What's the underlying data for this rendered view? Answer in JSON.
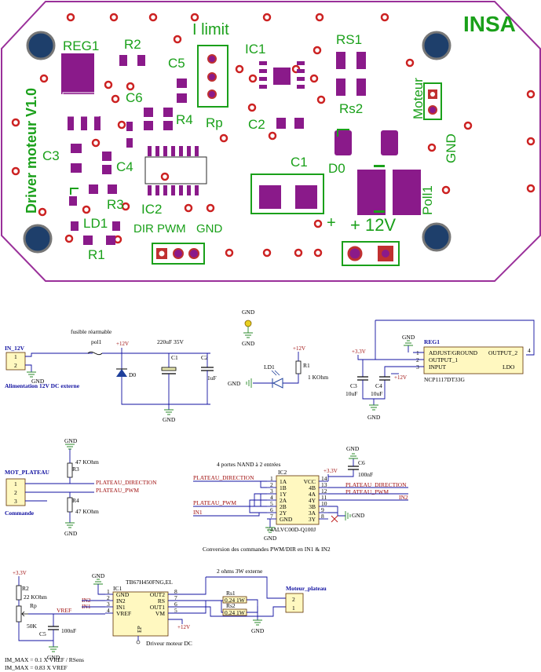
{
  "pcb": {
    "board_title": "Driver moteur V1.0",
    "logo": "INSA",
    "labels": {
      "reg1": "REG1",
      "r2": "R2",
      "c5": "C5",
      "ilimit": "I limit",
      "ic1": "IC1",
      "rs1": "RS1",
      "rs2": "Rs2",
      "moteur": "Moteur",
      "gnd_right": "GND",
      "c6": "C6",
      "r4": "R4",
      "rp": "Rp",
      "c2": "C2",
      "c3": "C3",
      "c4": "C4",
      "r3": "R3",
      "ic2": "IC2",
      "ld1": "LD1",
      "r1": "R1",
      "c1": "C1",
      "d0": "D0",
      "poll": "Poll1",
      "plus": "+",
      "plus12v": "+ 12V",
      "dir_pwm": "DIR PWM",
      "gnd_bottom": "GND"
    }
  },
  "schematic": {
    "power": {
      "conn_label": "IN_12V",
      "conn_desc": "Alimentation 12V DC externe",
      "fuse_desc": "fusible réarmable",
      "fuse_ref": "pol1",
      "rail": "+12V",
      "c1_val": "220uF 35V",
      "c1_ref": "C1",
      "c2_ref": "C2",
      "c2_val": "1uF",
      "d0_ref": "D0",
      "gnd": "GND",
      "pin1": "1",
      "pin2": "2"
    },
    "gnd_symbol": "GND",
    "led": {
      "ref": "LD1",
      "r_ref": "R1",
      "r_val": "1 KOhm",
      "rail": "+12V",
      "gnd": "GND"
    },
    "reg": {
      "ref": "REG1",
      "part": "NCP1117DT33G",
      "type": "LDO",
      "pin_adj": "ADJUST/GROUND",
      "pin_out2": "OUTPUT_2",
      "pin_out1": "OUTPUT_1",
      "pin_in": "INPUT",
      "num1": "1",
      "num2": "2",
      "num3": "3",
      "num4": "4",
      "rail33": "+3.3V",
      "rail12": "+12V",
      "gnd": "GND",
      "c3_ref": "C3",
      "c3_val": "10uF",
      "c4_ref": "C4",
      "c4_val": "10uF"
    },
    "cmd": {
      "title": "MOT_PLATEAU",
      "desc": "Commande",
      "r3_ref": "R3",
      "r3_val": "47 KOhm",
      "r4_ref": "R4",
      "r4_val": "47 KOhm",
      "net_dir": "PLATEAU_DIRECTION",
      "net_pwm": "PLATEAU_PWM",
      "gnd": "GND",
      "pin1": "1",
      "pin2": "2",
      "pin3": "3"
    },
    "nand": {
      "title": "4 portes NAND à 2 entrées",
      "ref": "IC2",
      "part": "74ALVC00D-Q100J",
      "caption": "Conversion des commandes PWM/DIR en IN1 & IN2",
      "left_pins": [
        "1A",
        "1B",
        "1Y",
        "2A",
        "2B",
        "2Y",
        "GND"
      ],
      "left_nums": [
        "1",
        "2",
        "3",
        "4",
        "5",
        "6",
        "7"
      ],
      "right_pins": [
        "VCC",
        "4B",
        "4A",
        "4Y",
        "3B",
        "3A",
        "3Y"
      ],
      "right_nums": [
        "14",
        "13",
        "12",
        "11",
        "10",
        "9",
        "8"
      ],
      "net_dir_in": "PLATEAU_DIRECTION",
      "net_pwm_in": "PLATEAU_PWM",
      "net_in1": "IN1",
      "net_dir_out": "PLATEAU_DIRECTION",
      "net_pwm_out": "PLATEAU_PWM",
      "net_in2": "IN2",
      "rail33": "+3.3V",
      "gnd": "GND",
      "gnd2": "GND",
      "gnd3": "GND",
      "c6_ref": "C6",
      "c6_val": "100nF"
    },
    "driver": {
      "rail33": "+3.3V",
      "r2_ref": "R2",
      "r2_val": "22 KOhm",
      "rp_ref": "Rp",
      "rp_val": "50K",
      "c5_ref": "C5",
      "c5_val": "100nF",
      "vref_net": "VREF",
      "in2": "IN2",
      "in1": "IN1",
      "ic_ref": "IC1",
      "ic_part": "TB67H450FNG,EL",
      "left_pins": [
        "GND",
        "IN2",
        "IN1",
        "VREF"
      ],
      "left_nums": [
        "1",
        "2",
        "3",
        "4"
      ],
      "right_pins": [
        "OUT2",
        "RS",
        "OUT1",
        "VM"
      ],
      "right_nums": [
        "8",
        "7",
        "6",
        "5"
      ],
      "ep": "EP",
      "caption": "Driveur moteur DC",
      "rs_desc": "2 ohms 3W externe",
      "rs1_ref": "Rs1",
      "rs1_val": "0.24 1W",
      "rs2_ref": "Rs2",
      "rs2_val": "0.24 1W",
      "conn_title": "Moteur_plateau",
      "conn_pin2": "2",
      "conn_pin1": "1",
      "rail12": "+12V",
      "gnd": "GND",
      "gnd2": "GND",
      "gnd3": "GND",
      "formula1": "IM_MAX = 0.1 X VREF / RSens",
      "formula2": "IM_MAX = 0.83 X VREF"
    }
  }
}
